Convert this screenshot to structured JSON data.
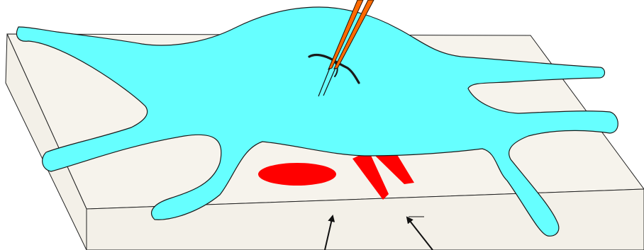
{
  "diagram": {
    "colors": {
      "background": "#ffffff",
      "substrate_top": "#f6f3ec",
      "substrate_side": "#f3f0e8",
      "outline": "#222222",
      "cell": "#66ffff",
      "marks": "#ff0000",
      "tweezers": "#ff6a00",
      "wire": "#1a1a1a",
      "arrows": "#111111"
    },
    "elements": {
      "substrate": "substrate-slab",
      "cell": "cell-body",
      "marks": [
        "oval-mark",
        "stripe-mark"
      ],
      "tool": "tweezers",
      "arrows": [
        "arrow-left",
        "arrow-right"
      ]
    }
  }
}
